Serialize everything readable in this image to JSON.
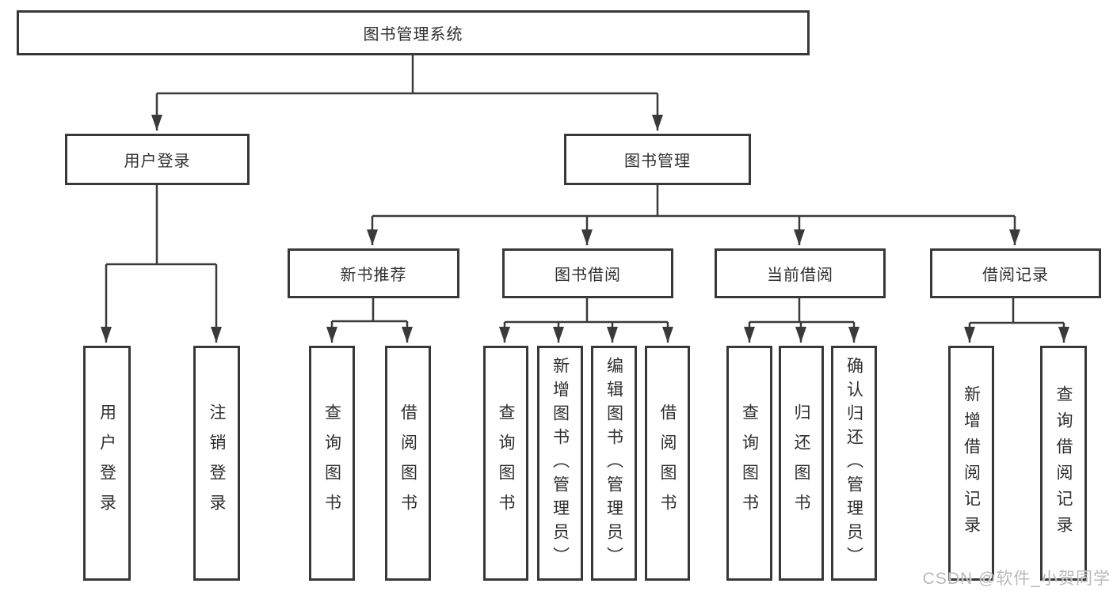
{
  "diagram": {
    "root": "图书管理系统",
    "level1": [
      "用户登录",
      "图书管理"
    ],
    "level2": [
      "新书推荐",
      "图书借阅",
      "当前借阅",
      "借阅记录"
    ],
    "leaves_login": [
      "用户登录",
      "注销登录"
    ],
    "leaves_newbook": [
      "查询图书",
      "借阅图书"
    ],
    "leaves_borrow": [
      "查询图书",
      "新增图书（管理员）",
      "编辑图书（管理员）",
      "借阅图书"
    ],
    "leaves_current": [
      "查询图书",
      "归还图书",
      "确认归还（管理员）"
    ],
    "leaves_records": [
      "新增借阅记录",
      "查询借阅记录"
    ]
  },
  "watermark": "CSDN @软件_小贺同学",
  "colors": {
    "line": "#3a3a3a",
    "border": "#383838",
    "text": "#2f2f2f",
    "background": "#ffffff",
    "watermark": "#b9b9b9"
  }
}
